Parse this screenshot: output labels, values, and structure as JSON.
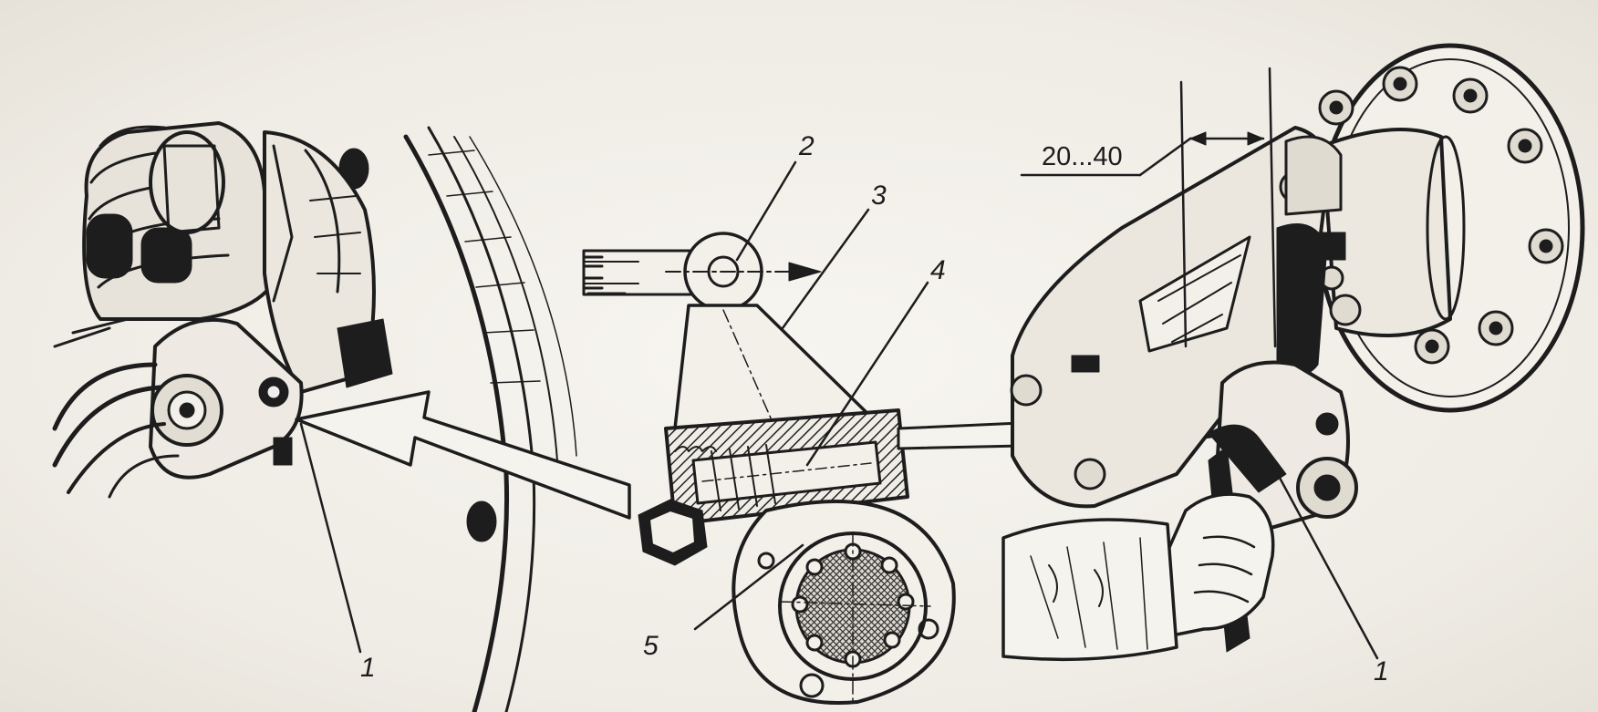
{
  "callouts": {
    "c1_left": "1",
    "c2": "2",
    "c3": "3",
    "c4": "4",
    "c5": "5",
    "c1_right": "1"
  },
  "dimension": {
    "label": "20...40"
  }
}
